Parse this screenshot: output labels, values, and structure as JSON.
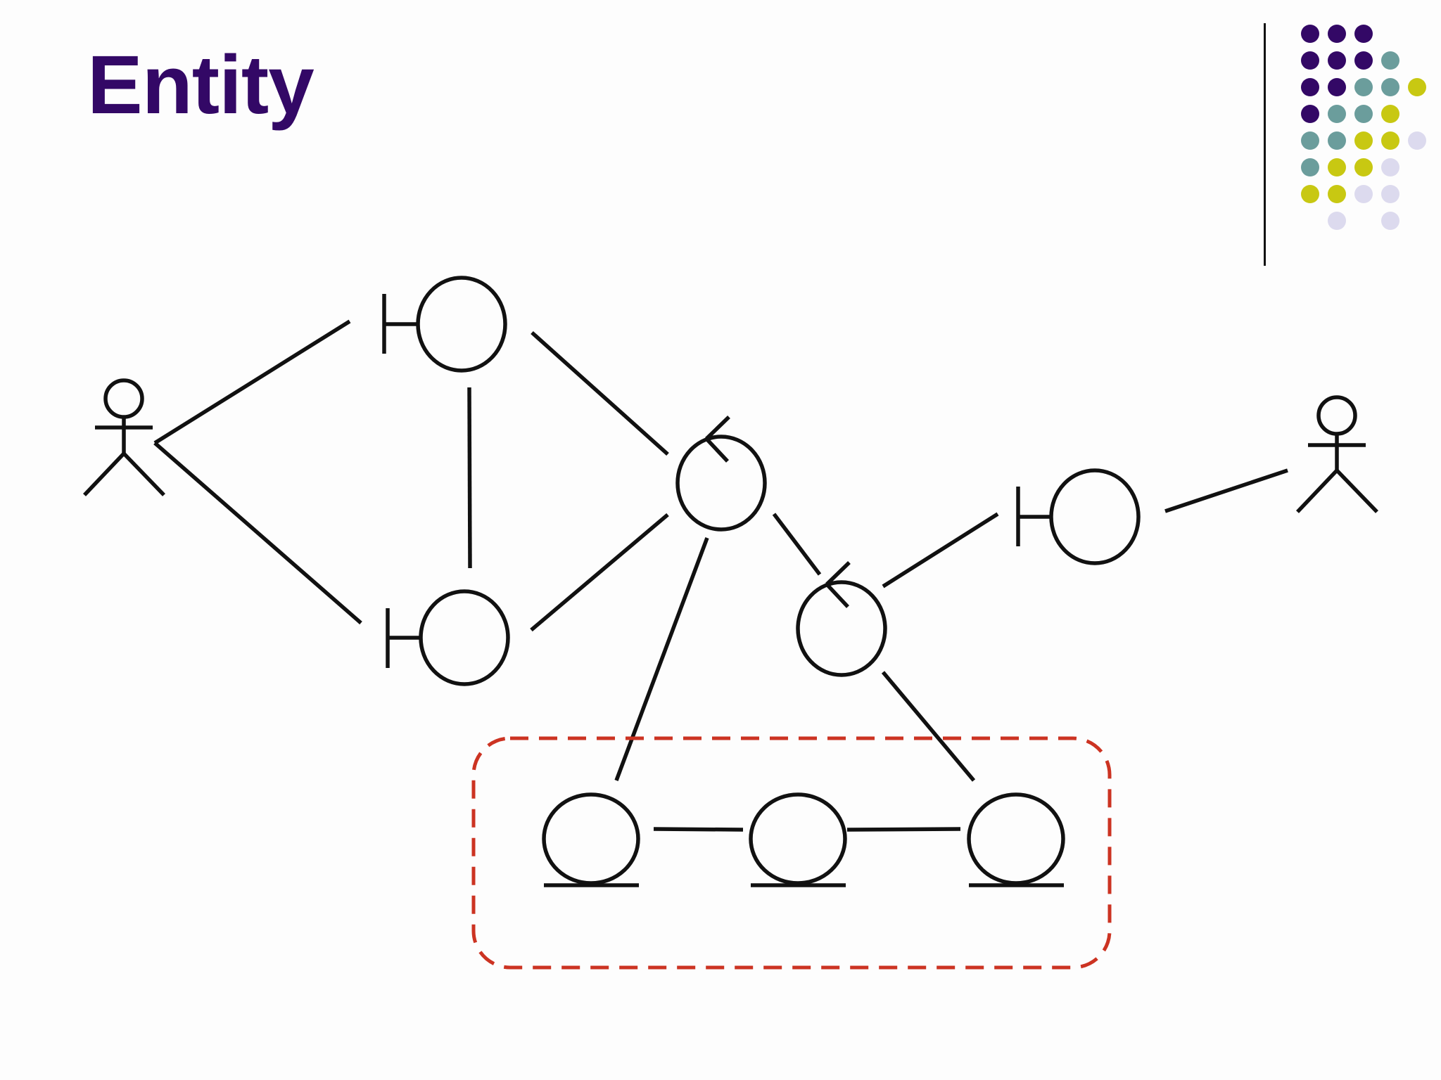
{
  "slide": {
    "title": "Entity"
  },
  "colors": {
    "title": "#330866",
    "line": "#111111",
    "group_border": "#cc3322",
    "dot_palette": {
      "purple": "#330866",
      "teal": "#6b9d9c",
      "yellow": "#c8c812",
      "lavender": "#dcdaee"
    }
  },
  "decoration": {
    "dot_rows": [
      [
        "purple",
        "purple",
        "purple"
      ],
      [
        "purple",
        "purple",
        "purple",
        "teal"
      ],
      [
        "purple",
        "purple",
        "teal",
        "teal",
        "yellow"
      ],
      [
        "purple",
        "teal",
        "teal",
        "yellow"
      ],
      [
        "teal",
        "teal",
        "yellow",
        "yellow",
        "lavender"
      ],
      [
        "teal",
        "yellow",
        "yellow",
        "lavender"
      ],
      [
        "yellow",
        "yellow",
        "lavender",
        "lavender"
      ],
      [
        "",
        "lavender",
        "",
        "lavender"
      ]
    ]
  },
  "diagram": {
    "nodes": [
      {
        "id": "actor-left",
        "type": "actor"
      },
      {
        "id": "boundary-top",
        "type": "boundary"
      },
      {
        "id": "boundary-bottom",
        "type": "boundary"
      },
      {
        "id": "control-center",
        "type": "control"
      },
      {
        "id": "control-lower",
        "type": "control"
      },
      {
        "id": "boundary-right",
        "type": "boundary"
      },
      {
        "id": "actor-right",
        "type": "actor"
      },
      {
        "id": "entity-1",
        "type": "entity"
      },
      {
        "id": "entity-2",
        "type": "entity"
      },
      {
        "id": "entity-3",
        "type": "entity"
      }
    ],
    "links": [
      [
        "actor-left",
        "boundary-top"
      ],
      [
        "actor-left",
        "boundary-bottom"
      ],
      [
        "boundary-top",
        "boundary-bottom"
      ],
      [
        "boundary-top",
        "control-center"
      ],
      [
        "boundary-bottom",
        "control-center"
      ],
      [
        "control-center",
        "control-lower"
      ],
      [
        "control-center",
        "entity-1"
      ],
      [
        "control-lower",
        "boundary-right"
      ],
      [
        "control-lower",
        "entity-3"
      ],
      [
        "boundary-right",
        "actor-right"
      ],
      [
        "entity-1",
        "entity-2"
      ],
      [
        "entity-2",
        "entity-3"
      ]
    ],
    "highlighted_group": [
      "entity-1",
      "entity-2",
      "entity-3"
    ]
  }
}
